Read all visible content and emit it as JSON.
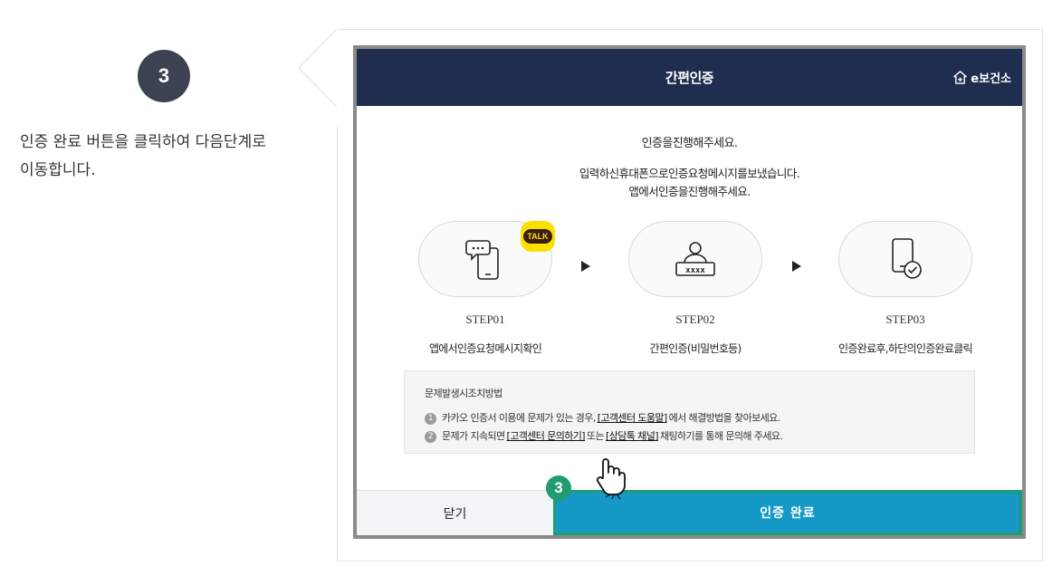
{
  "guide": {
    "step_number": "3",
    "line1": "인증 완료 버튼을 클릭하여 다음단계로",
    "line2": "이동합니다."
  },
  "modal": {
    "title": "간편인증",
    "brand": "e보건소",
    "intro_title": "인증을진행해주세요.",
    "intro_line1": "입력하신휴대폰으로인증요청메시지를보냈습니다.",
    "intro_line2": "앱에서인증을진행해주세요.",
    "steps": [
      {
        "label": "STEP01",
        "desc": "앱에서인증요청메시지확인",
        "icon": "phone-chat-icon",
        "badge": "TALK"
      },
      {
        "label": "STEP02",
        "desc": "간편인증(비밀번호등)",
        "icon": "user-password-icon"
      },
      {
        "label": "STEP03",
        "desc": "인증완료후,하단의인증완료클릭",
        "icon": "phone-check-icon"
      }
    ],
    "help": {
      "title": "문제발생시조치방법",
      "row1_num": "1",
      "row1_prefix": "카카오 인증서 이용에 문제가 있는 경우,",
      "row1_link": "[고객센터 도움말]",
      "row1_suffix": "에서 해결방법을 찾아보세요.",
      "row2_num": "2",
      "row2_prefix": "문제가 지속되면",
      "row2_link1": "[고객센터 문의하기]",
      "row2_mid": "또는",
      "row2_link2": "[상담톡 채널]",
      "row2_suffix": "채팅하기를 통해 문의해 주세요."
    },
    "close_label": "닫기",
    "complete_label": "인증 완료"
  },
  "marker_number": "3",
  "colors": {
    "header_bg": "#1f2d4e",
    "complete_bg": "#1799c8",
    "marker": "#1f9d6f",
    "step_badge": "#3d4252",
    "talk_yellow": "#f9e000"
  }
}
